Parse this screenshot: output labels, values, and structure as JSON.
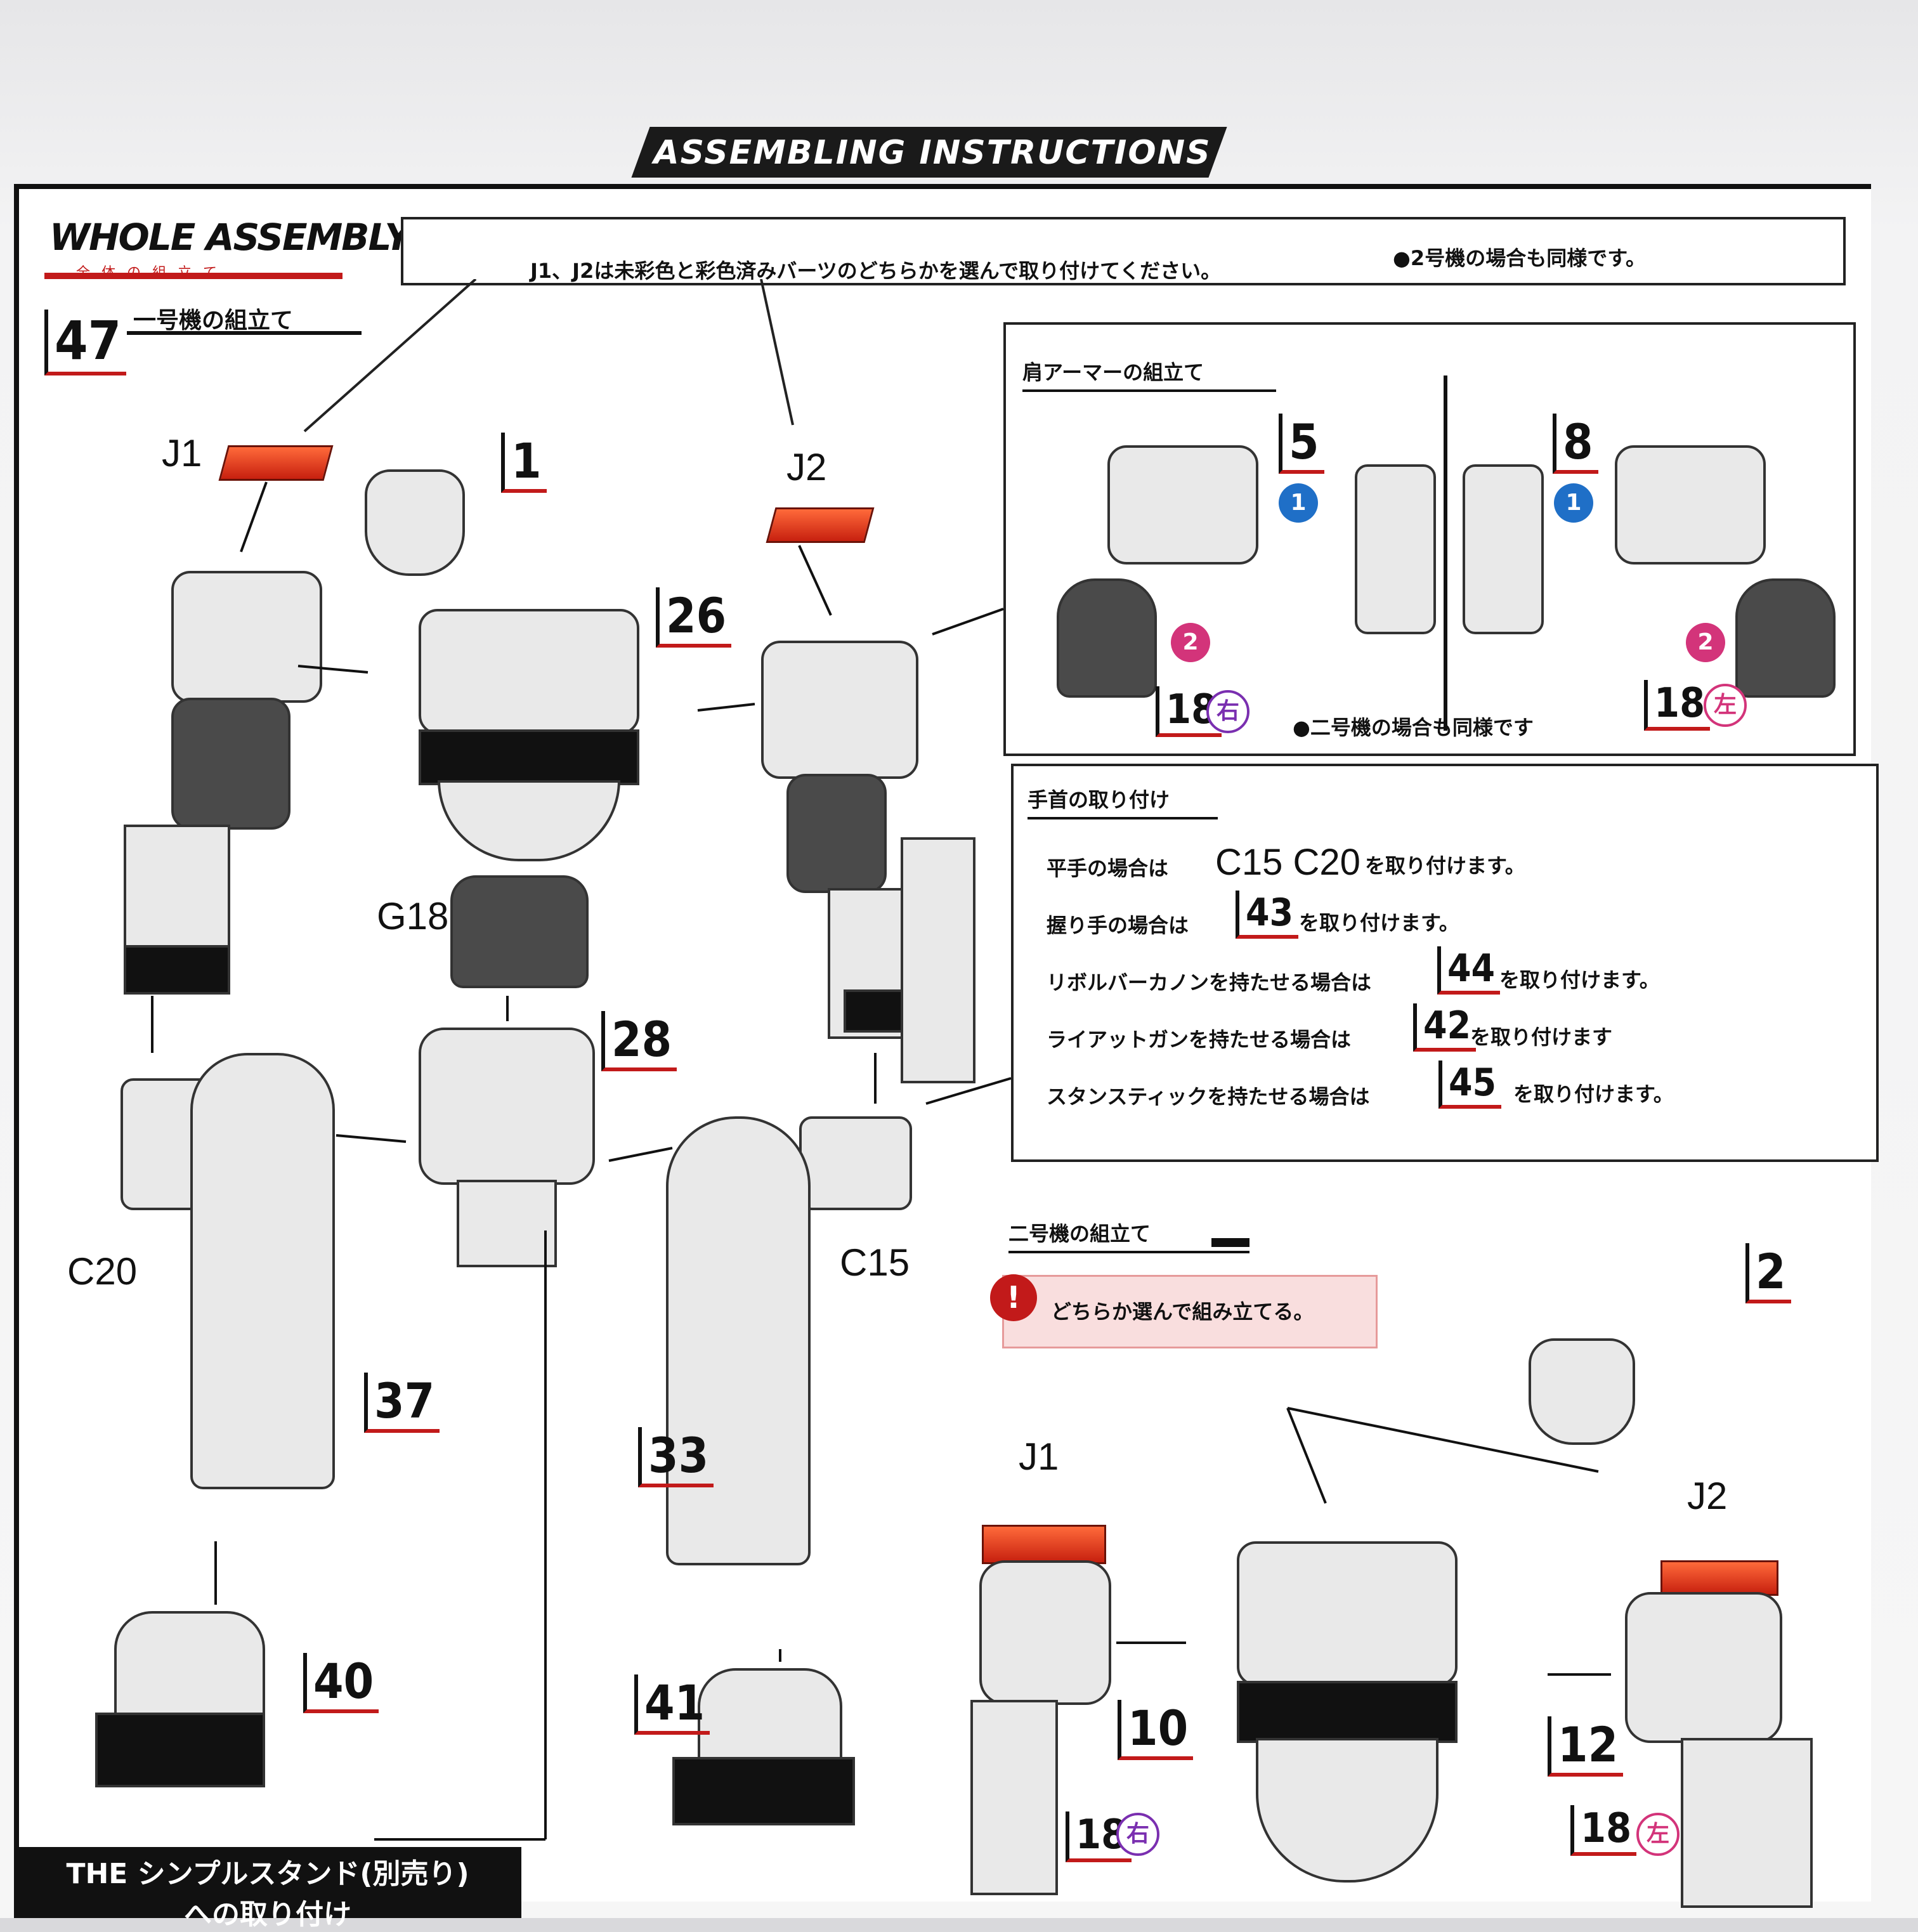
{
  "header": {
    "title": "ASSEMBLING INSTRUCTIONS"
  },
  "section": {
    "title": "WHOLE ASSEMBLY",
    "subtitle": "全体の組立て"
  },
  "step_main": {
    "number": "47",
    "title": "一号機の組立て"
  },
  "callout_top": {
    "text": "J1、J2は未彩色と彩色済みバーツのどちらかを選んで取り付けてください。",
    "note": "●2号機の場合も同様です。"
  },
  "labels": {
    "j1": "J1",
    "j2": "J2",
    "g18": "G18",
    "c20": "C20",
    "c15": "C15",
    "j1_b": "J1",
    "j2_b": "J2"
  },
  "steps": {
    "s1": "1",
    "s26": "26",
    "s28": "28",
    "s37": "37",
    "s40": "40",
    "s33": "33",
    "s41": "41",
    "s2": "2",
    "s10": "10",
    "s12": "12",
    "s18a": "18",
    "s18b": "18",
    "s18c": "18",
    "s18d": "18",
    "s5": "5",
    "s8": "8"
  },
  "shoulder_box": {
    "title": "肩アーマーの組立て",
    "num1": "1",
    "num2": "2",
    "right": "右",
    "left": "左",
    "note": "●二号機の場合も同様です"
  },
  "hand_box": {
    "title": "手首の取り付け",
    "rows": [
      {
        "pre": "平手の場合は",
        "part": "C15 C20",
        "post": "を取り付けます。"
      },
      {
        "pre": "握り手の場合は",
        "part": "43",
        "post": "を取り付けます。"
      },
      {
        "pre": "リボルバーカノンを持たせる場合は",
        "part": "44",
        "post": "を取り付けます。"
      },
      {
        "pre": "ライアットガンを持たせる場合は",
        "part": "42",
        "post": "を取り付けます"
      },
      {
        "pre": "スタンスティックを持たせる場合は",
        "part": "45",
        "post": "を取り付けます。"
      }
    ]
  },
  "unit2": {
    "title": "二号機の組立て",
    "warning": "どちらか選んで組み立てる。",
    "right": "右",
    "left": "左"
  },
  "stand": {
    "line1": "THE シンプルスタンド(別売り)",
    "line2": "への取り付け"
  },
  "colors": {
    "accent": "#c21a1a",
    "blue": "#1f6fc7",
    "pink": "#d3347a",
    "purple": "#7a2fb0"
  }
}
